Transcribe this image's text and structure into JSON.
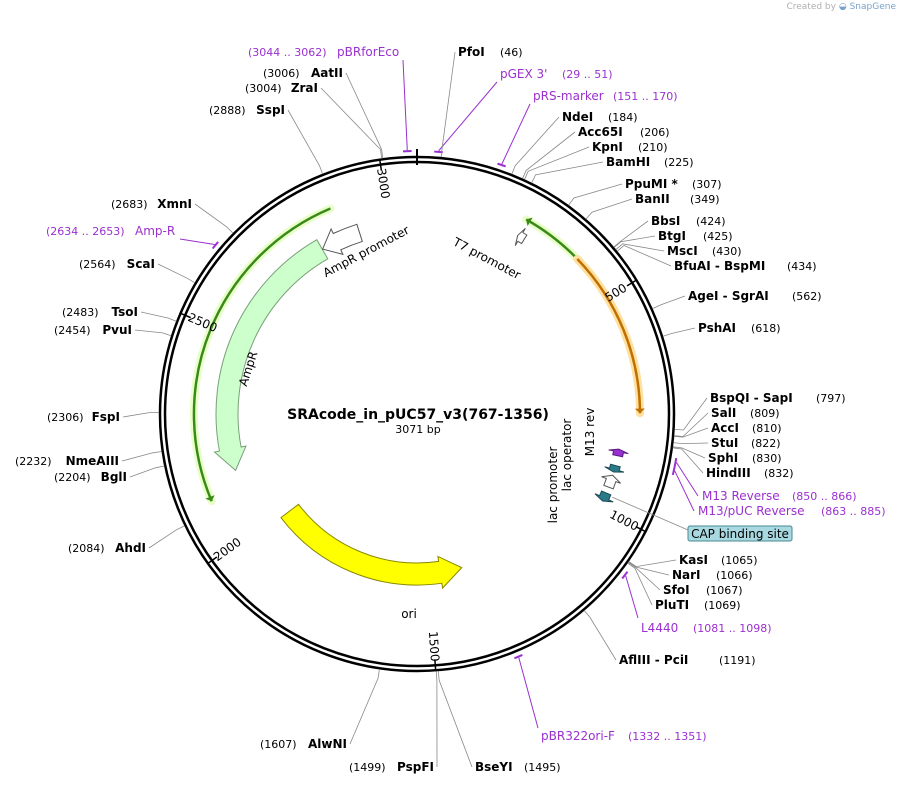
{
  "app": {
    "credit_prefix": "Created by",
    "credit_brand": "SnapGene"
  },
  "map": {
    "title": "SRAcode_in_pUC57_v3(767-1356)",
    "subtitle": "3071 bp",
    "length": 3071,
    "ticks": [
      {
        "label": "500",
        "pos": 500
      },
      {
        "label": "1000",
        "pos": 1000
      },
      {
        "label": "1500",
        "pos": 1500
      },
      {
        "label": "2000",
        "pos": 2000
      },
      {
        "label": "2500",
        "pos": 2500
      },
      {
        "label": "3000",
        "pos": 3000
      }
    ],
    "features": [
      {
        "name": "ori",
        "label": "ori",
        "start": 1397,
        "end": 1985,
        "strand": -1,
        "color": "#ffff00",
        "stroke": "#888800",
        "labelInside": true
      },
      {
        "name": "AmpR",
        "label": "AmpR",
        "start": 2156,
        "end": 2816,
        "strand": -1,
        "color": "#ccffcc",
        "stroke": "#7aa07a"
      },
      {
        "name": "AmpR promoter",
        "label": "AmpR promoter",
        "start": 2817,
        "end": 2921,
        "strand": -1,
        "color": "#ffffff",
        "stroke": "#555555"
      },
      {
        "name": "T7 promoter",
        "label": "T7 promoter",
        "start": 251,
        "end": 269,
        "strand": -1,
        "color": "#ffffff",
        "stroke": "#555555"
      },
      {
        "name": "M13 rev",
        "label": "M13 rev",
        "start": 852,
        "end": 868,
        "strand": -1,
        "color": "#9b30d0",
        "stroke": "#5a1a80"
      },
      {
        "name": "lac operator",
        "label": "lac operator",
        "start": 892,
        "end": 908,
        "strand": 1,
        "color": "#2b7a8a",
        "stroke": "#1a4a55"
      },
      {
        "name": "lac promoter",
        "label": "lac promoter",
        "start": 916,
        "end": 946,
        "strand": -1,
        "color": "#ffffff",
        "stroke": "#555555"
      },
      {
        "name": "CAP binding site",
        "label": "",
        "start": 961,
        "end": 982,
        "strand": 1,
        "color": "#2b7a8a",
        "stroke": "#1a4a55"
      }
    ],
    "inner_arcs": [
      {
        "name": "green-arc-left",
        "start": 2107,
        "end": 2876,
        "strand": -1,
        "color": "#3a8a1a",
        "halo": "#e8ffc8"
      },
      {
        "name": "green-arc-right",
        "start": 250,
        "end": 540,
        "strand": -1,
        "color": "#3a8a1a",
        "halo": "#e8ffc8"
      },
      {
        "name": "orange-arc",
        "start": 392,
        "end": 766,
        "strand": 1,
        "color": "#c07000",
        "halo": "#ffe0a0"
      }
    ],
    "primers": [
      {
        "name": "pBRforEco",
        "range": "(3044 .. 3062)",
        "pos": 3053
      },
      {
        "name": "pGEX 3'",
        "range": "(29 .. 51)",
        "pos": 40
      },
      {
        "name": "pRS-marker",
        "range": "(151 .. 170)",
        "pos": 160
      },
      {
        "name": "Amp-R",
        "range": "(2634 .. 2653)",
        "pos": 2644
      },
      {
        "name": "M13 Reverse",
        "range": "(850 .. 866)",
        "pos": 858
      },
      {
        "name": "M13/pUC Reverse",
        "range": "(863 .. 885)",
        "pos": 874
      },
      {
        "name": "L4440",
        "range": "(1081 .. 1098)",
        "pos": 1090
      },
      {
        "name": "pBR322ori-F",
        "range": "(1332 .. 1351)",
        "pos": 1342
      }
    ],
    "sites": [
      {
        "name": "PfoI",
        "pos": 46,
        "posLabel": "(46)"
      },
      {
        "name": "NdeI",
        "pos": 184,
        "posLabel": "(184)"
      },
      {
        "name": "Acc65I",
        "pos": 206,
        "posLabel": "(206)"
      },
      {
        "name": "KpnI",
        "pos": 210,
        "posLabel": "(210)"
      },
      {
        "name": "BamHI",
        "pos": 225,
        "posLabel": "(225)"
      },
      {
        "name": "PpuMI *",
        "pos": 307,
        "posLabel": "(307)"
      },
      {
        "name": "BanII",
        "pos": 349,
        "posLabel": "(349)"
      },
      {
        "name": "BbsI",
        "pos": 424,
        "posLabel": "(424)"
      },
      {
        "name": "BtgI",
        "pos": 425,
        "posLabel": "(425)"
      },
      {
        "name": "MscI",
        "pos": 430,
        "posLabel": "(430)"
      },
      {
        "name": "BfuAI - BspMI",
        "pos": 434,
        "posLabel": "(434)"
      },
      {
        "name": "AgeI - SgrAI",
        "pos": 562,
        "posLabel": "(562)"
      },
      {
        "name": "PshAI",
        "pos": 618,
        "posLabel": "(618)"
      },
      {
        "name": "BspQI - SapI",
        "pos": 797,
        "posLabel": "(797)"
      },
      {
        "name": "SalI",
        "pos": 809,
        "posLabel": "(809)"
      },
      {
        "name": "AccI",
        "pos": 810,
        "posLabel": "(810)"
      },
      {
        "name": "StuI",
        "pos": 822,
        "posLabel": "(822)"
      },
      {
        "name": "SphI",
        "pos": 830,
        "posLabel": "(830)"
      },
      {
        "name": "HindIII",
        "pos": 832,
        "posLabel": "(832)"
      },
      {
        "name": "KasI",
        "pos": 1065,
        "posLabel": "(1065)"
      },
      {
        "name": "NarI",
        "pos": 1066,
        "posLabel": "(1066)"
      },
      {
        "name": "SfoI",
        "pos": 1067,
        "posLabel": "(1067)"
      },
      {
        "name": "PluTI",
        "pos": 1069,
        "posLabel": "(1069)"
      },
      {
        "name": "AflIII - PciI",
        "pos": 1191,
        "posLabel": "(1191)"
      },
      {
        "name": "BseYI",
        "pos": 1495,
        "posLabel": "(1495)"
      },
      {
        "name": "PspFI",
        "pos": 1499,
        "posLabel": "(1499)"
      },
      {
        "name": "AlwNI",
        "pos": 1607,
        "posLabel": "(1607)"
      },
      {
        "name": "AhdI",
        "pos": 2084,
        "posLabel": "(2084)"
      },
      {
        "name": "BglI",
        "pos": 2204,
        "posLabel": "(2204)"
      },
      {
        "name": "NmeAIII",
        "pos": 2232,
        "posLabel": "(2232)"
      },
      {
        "name": "FspI",
        "pos": 2306,
        "posLabel": "(2306)"
      },
      {
        "name": "PvuI",
        "pos": 2454,
        "posLabel": "(2454)"
      },
      {
        "name": "TsoI",
        "pos": 2483,
        "posLabel": "(2483)"
      },
      {
        "name": "ScaI",
        "pos": 2564,
        "posLabel": "(2564)"
      },
      {
        "name": "XmnI",
        "pos": 2683,
        "posLabel": "(2683)"
      },
      {
        "name": "SspI",
        "pos": 2888,
        "posLabel": "(2888)"
      },
      {
        "name": "ZraI",
        "pos": 3004,
        "posLabel": "(3004)"
      },
      {
        "name": "AatII",
        "pos": 3006,
        "posLabel": "(3006)"
      }
    ],
    "cap_label": "CAP binding site",
    "colors": {
      "backbone": "#000000",
      "primer": "#9b30d0",
      "leader": "#888888",
      "cap_box": "#a8d8e0"
    }
  }
}
